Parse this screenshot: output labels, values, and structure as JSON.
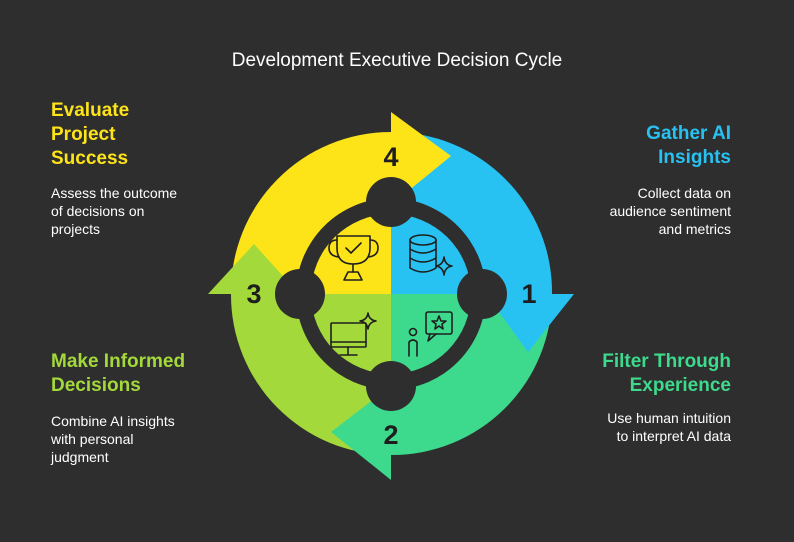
{
  "title": "Development Executive Decision Cycle",
  "colors": {
    "background": "#2e2e2e",
    "yellow": "#fde419",
    "blue": "#27c2f2",
    "teal": "#3dd98c",
    "green": "#a3d93a",
    "dark": "#1e1e1e"
  },
  "steps": [
    {
      "number": "1",
      "heading": "Gather AI Insights",
      "heading_lines": [
        "Gather AI",
        "Insights"
      ],
      "description_lines": [
        "Collect data on",
        "audience sentiment",
        "and metrics"
      ],
      "icon": "database-sparkle-icon"
    },
    {
      "number": "2",
      "heading": "Filter Through Experience",
      "heading_lines": [
        "Filter Through",
        "Experience"
      ],
      "description_lines": [
        "Use human intuition",
        "to interpret AI data"
      ],
      "icon": "person-star-bubble-icon"
    },
    {
      "number": "3",
      "heading": "Make Informed Decisions",
      "heading_lines": [
        "Make Informed",
        "Decisions"
      ],
      "description_lines": [
        "Combine AI insights",
        "with personal",
        "judgment"
      ],
      "icon": "monitor-sparkle-icon"
    },
    {
      "number": "4",
      "heading": "Evaluate Project Success",
      "heading_lines": [
        "Evaluate",
        "Project",
        "Success"
      ],
      "description_lines": [
        "Assess the outcome",
        "of decisions on",
        "projects"
      ],
      "icon": "trophy-check-icon"
    }
  ]
}
